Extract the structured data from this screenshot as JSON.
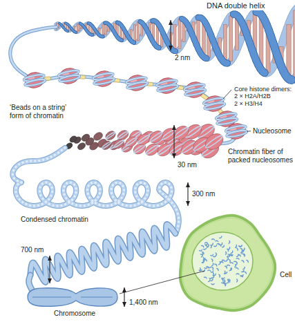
{
  "diagram": {
    "labels": [
      "DNA double helix",
      "2 nm",
      "Core histone dimers: 2 × H2A/H2B 2 × H3/H4",
      "‘Beads on a string’ form of chromatin",
      "Nucleosome",
      "30 nm",
      "Chromatin fiber of packed nucleosomes",
      "Condensed chromatin",
      "300 nm",
      "700 nm",
      "Chromosome",
      "1,400 nm",
      "Cell"
    ]
  }
}
